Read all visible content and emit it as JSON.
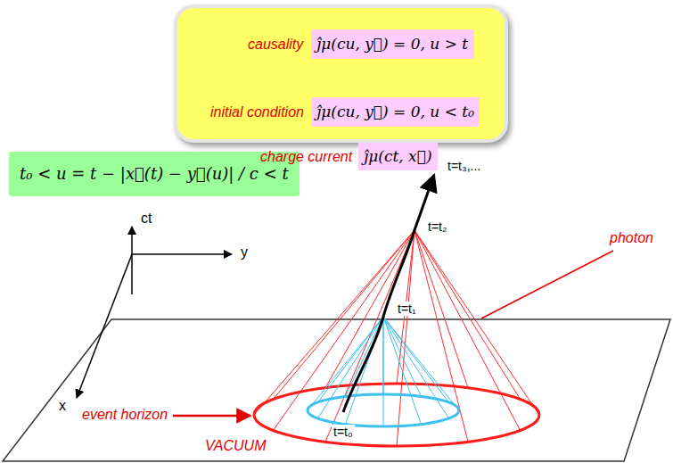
{
  "diagram": {
    "nodes": [
      {
        "text": [
          "causality",
          "initial condition"
        ]
      },
      {
        "text": [
          "ĵμ(cu, y⃗) = 0,   u > t"
        ],
        "in": 0
      },
      {
        "text": [
          "ĵμ(cu, y⃗) = 0,   u < t₀"
        ],
        "in": 0
      },
      {
        "text": [
          "t₀ < u = t − |x⃗(t) − y⃗(u)| / c < t"
        ]
      },
      {
        "text": [
          "charge current",
          "ĵμ(ct, x⃗)"
        ]
      }
    ],
    "labels": [
      "t=t₃,...",
      "t=t₂",
      "t=t₁",
      "t=t₀",
      "photon",
      "event horizon",
      "VACUUM",
      "ct",
      "y",
      "x"
    ]
  }
}
